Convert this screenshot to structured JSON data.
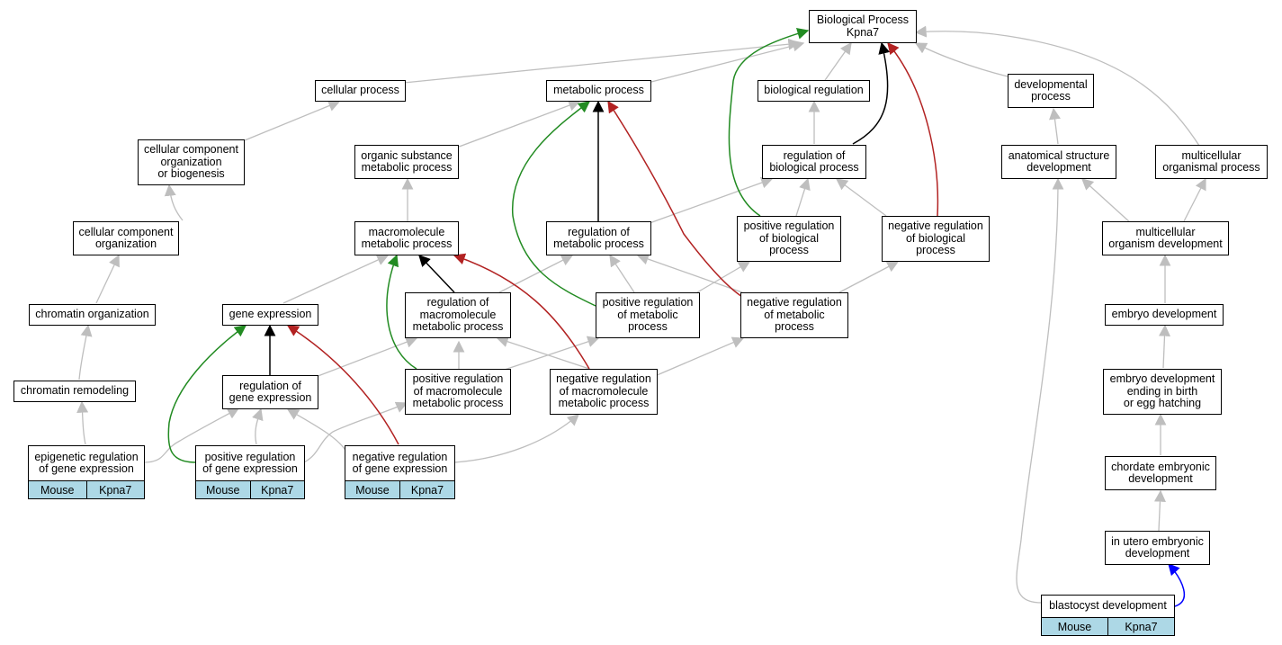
{
  "colors": {
    "is_a": "#bebebe",
    "regulates": "#000000",
    "positively_regulates": "#228b22",
    "negatively_regulates": "#b22222",
    "part_of_blue": "#0000ff",
    "annotation_fill": "#add8e6"
  },
  "nodes": {
    "bp": {
      "label": "Biological Process\nKpna7"
    },
    "cellular_process": {
      "label": "cellular process"
    },
    "metabolic_process": {
      "label": "metabolic process"
    },
    "biological_regulation": {
      "label": "biological regulation"
    },
    "developmental_process": {
      "label": "developmental\nprocess"
    },
    "ccob": {
      "label": "cellular component\norganization\nor biogenesis"
    },
    "osmp": {
      "label": "organic substance\nmetabolic process"
    },
    "rbp": {
      "label": "regulation of\nbiological process"
    },
    "asd": {
      "label": "anatomical structure\ndevelopment"
    },
    "mcop": {
      "label": "multicellular\norganismal process"
    },
    "cco": {
      "label": "cellular component\norganization"
    },
    "mmp": {
      "label": "macromolecule\nmetabolic process"
    },
    "rmp": {
      "label": "regulation of\nmetabolic process"
    },
    "prbp": {
      "label": "positive regulation\nof biological\nprocess"
    },
    "nrbp": {
      "label": "negative regulation\nof biological\nprocess"
    },
    "mod": {
      "label": "multicellular\norganism development"
    },
    "chrom_org": {
      "label": "chromatin organization"
    },
    "gene_expr": {
      "label": "gene expression"
    },
    "rmmp": {
      "label": "regulation of\nmacromolecule\nmetabolic process"
    },
    "prmp": {
      "label": "positive regulation\nof metabolic\nprocess"
    },
    "nrmp": {
      "label": "negative regulation\nof metabolic\nprocess"
    },
    "embryo_dev": {
      "label": "embryo development"
    },
    "chrom_rem": {
      "label": "chromatin remodeling"
    },
    "rge": {
      "label": "regulation of\ngene expression"
    },
    "prmmp": {
      "label": "positive regulation\nof macromolecule\nmetabolic process"
    },
    "nrmmp": {
      "label": "negative regulation\nof macromolecule\nmetabolic process"
    },
    "edeb": {
      "label": "embryo development\nending in birth\nor egg hatching"
    },
    "erge": {
      "label": "epigenetic regulation\nof gene expression",
      "annotation": [
        "Mouse",
        "Kpna7"
      ]
    },
    "prge": {
      "label": "positive regulation\nof gene expression",
      "annotation": [
        "Mouse",
        "Kpna7"
      ]
    },
    "nrge": {
      "label": "negative regulation\nof gene expression",
      "annotation": [
        "Mouse",
        "Kpna7"
      ]
    },
    "ced": {
      "label": "chordate embryonic\ndevelopment"
    },
    "iued": {
      "label": "in utero embryonic\ndevelopment"
    },
    "blast": {
      "label": "blastocyst development",
      "annotation": [
        "Mouse",
        "Kpna7"
      ]
    }
  }
}
